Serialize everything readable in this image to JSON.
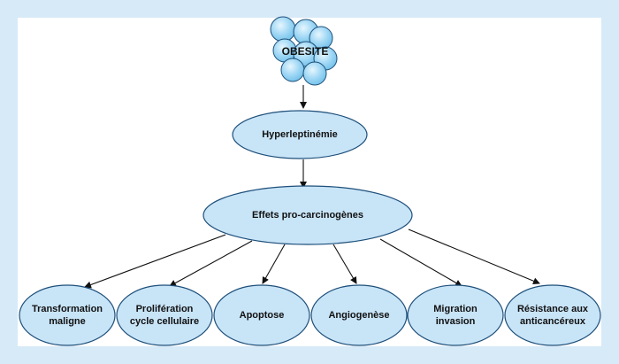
{
  "title": "OBESITE",
  "level1": "Hyperleptinémie",
  "level2": "Effets pro-carcinogènes",
  "effects": [
    "Transformation\nmaligne",
    "Prolifération\ncycle cellulaire",
    "Apoptose",
    "Angiogenèse",
    "Migration\ninvasion",
    "Résistance aux\nanticancéreux"
  ],
  "colors": {
    "background": "#d6eaf8",
    "panel": "#ffffff",
    "node_fill": "#c8e4f7",
    "node_stroke": "#1d4f7a",
    "cell_fill": "#8fd0f3",
    "arrow": "#111111"
  }
}
